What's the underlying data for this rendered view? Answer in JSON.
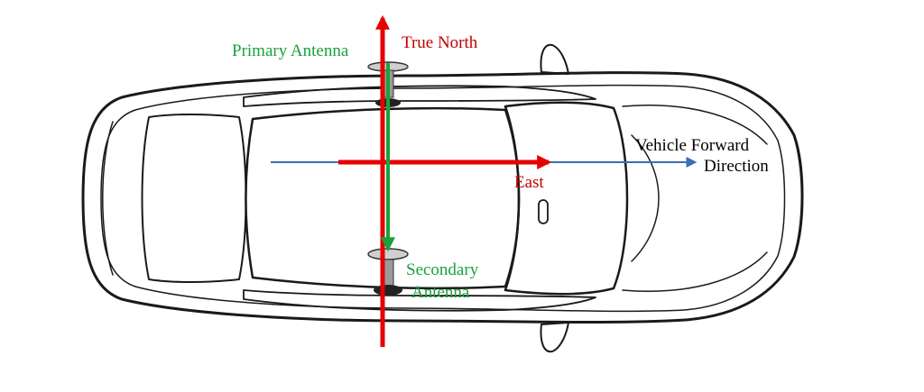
{
  "labels": {
    "primary_antenna": "Primary Antenna",
    "true_north": "True North",
    "vehicle_forward_line1": "Vehicle Forward",
    "vehicle_forward_line2": "Direction",
    "east": "East",
    "secondary_antenna_line1": "Secondary",
    "secondary_antenna_line2": "Antenna"
  },
  "colors": {
    "north_east_arrows": "#e60000",
    "antenna_baseline": "#1aa23c",
    "vehicle_forward": "#3b6fb6",
    "car_outline": "#1a1a1a"
  }
}
